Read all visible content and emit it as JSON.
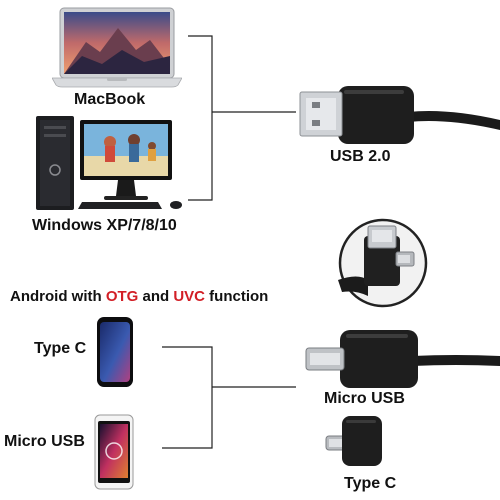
{
  "devices": {
    "macbook": {
      "label": "MacBook"
    },
    "windows": {
      "label": "Windows XP/7/8/10"
    }
  },
  "connectors": {
    "usb2": {
      "label": "USB 2.0"
    },
    "micro_usb": {
      "label": "Micro USB"
    },
    "type_c": {
      "label": "Type C"
    }
  },
  "android": {
    "prefix": "Android with ",
    "otg": "OTG",
    "and": " and ",
    "uvc": "UVC",
    "suffix": " function",
    "phone_type_c": "Type C",
    "phone_micro_usb": "Micro USB"
  },
  "colors": {
    "highlight": "#d21f26",
    "cable": "#1b1b1b",
    "line": "#222222"
  }
}
